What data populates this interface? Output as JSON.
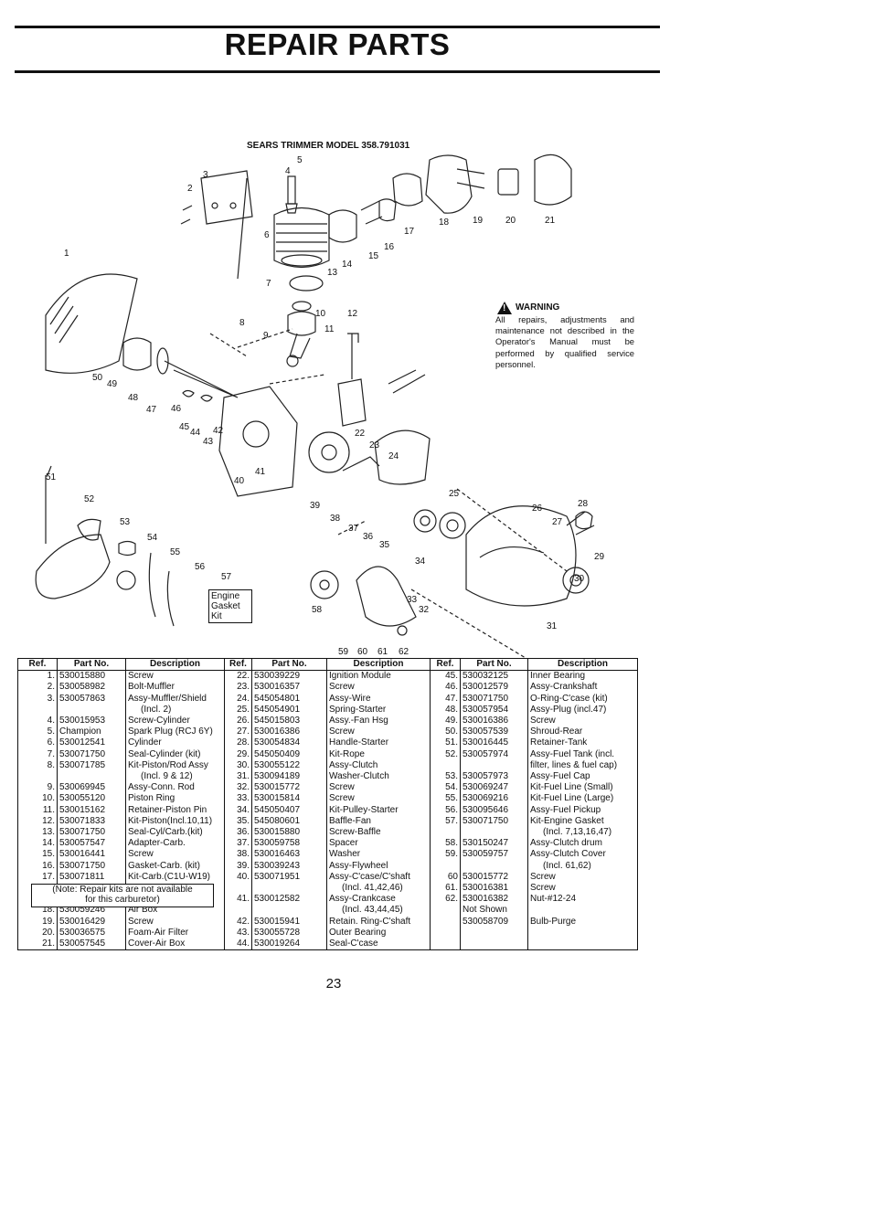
{
  "header": {
    "title": "REPAIR PARTS"
  },
  "diagram": {
    "model": "SEARS TRIMMER MODEL 358.791031",
    "callouts": [
      "1",
      "2",
      "3",
      "4",
      "5",
      "6",
      "7",
      "8",
      "9",
      "10",
      "11",
      "12",
      "13",
      "14",
      "15",
      "16",
      "17",
      "18",
      "19",
      "20",
      "21",
      "22",
      "23",
      "24",
      "25",
      "26",
      "27",
      "28",
      "29",
      "30",
      "31",
      "32",
      "33",
      "34",
      "35",
      "36",
      "37",
      "38",
      "39",
      "40",
      "41",
      "42",
      "43",
      "44",
      "45",
      "46",
      "47",
      "48",
      "49",
      "50",
      "51",
      "52",
      "53",
      "54",
      "55",
      "56",
      "57",
      "58",
      "59",
      "60",
      "61",
      "62"
    ],
    "kit_label": "Engine Gasket Kit"
  },
  "warning": {
    "heading": "WARNING",
    "text": "All repairs, adjustments and maintenance not described in the Operator's Manual must be performed by qualified service personnel."
  },
  "table": {
    "headers": [
      "Ref.",
      "Part No.",
      "Description",
      "Ref.",
      "Part No.",
      "Description",
      "Ref.",
      "Part No.",
      "Description"
    ],
    "rows": [
      [
        "1.",
        "530015880",
        "Screw",
        "22.",
        "530039229",
        "Ignition Module",
        "45.",
        "530032125",
        "Inner Bearing"
      ],
      [
        "2.",
        "530058982",
        "Bolt-Muffler",
        "23.",
        "530016357",
        "Screw",
        "46.",
        "530012579",
        "Assy-Crankshaft"
      ],
      [
        "3.",
        "530057863",
        "Assy-Muffler/Shield",
        "24.",
        "545054801",
        "Assy-Wire",
        "47.",
        "530071750",
        "O-Ring-C'case (kit)"
      ],
      [
        "",
        "",
        "(Incl. 2)",
        "25.",
        "545054901",
        "Spring-Starter",
        "48.",
        "530057954",
        "Assy-Plug (incl.47)"
      ],
      [
        "4.",
        "530015953",
        "Screw-Cylinder",
        "26.",
        "545015803",
        "Assy.-Fan Hsg",
        "49.",
        "530016386",
        "Screw"
      ],
      [
        "5.",
        "Champion",
        "Spark Plug (RCJ 6Y)",
        "27.",
        "530016386",
        "Screw",
        "50.",
        "530057539",
        "Shroud-Rear"
      ],
      [
        "6.",
        "530012541",
        "Cylinder",
        "28.",
        "530054834",
        "Handle-Starter",
        "51.",
        "530016445",
        "Retainer-Tank"
      ],
      [
        "7.",
        "530071750",
        "Seal-Cylinder (kit)",
        "29.",
        "545050409",
        "Kit-Rope",
        "52.",
        "530057974",
        "Assy-Fuel Tank (incl."
      ],
      [
        "8.",
        "530071785",
        "Kit-Piston/Rod Assy",
        "30.",
        "530055122",
        "Assy-Clutch",
        "",
        "",
        "filter, lines & fuel cap)"
      ],
      [
        "",
        "",
        "(Incl. 9 & 12)",
        "31.",
        "530094189",
        "Washer-Clutch",
        "53.",
        "530057973",
        "Assy-Fuel Cap"
      ],
      [
        "9.",
        "530069945",
        "Assy-Conn. Rod",
        "32.",
        "530015772",
        "Screw",
        "54.",
        "530069247",
        "Kit-Fuel Line (Small)"
      ],
      [
        "10.",
        "530055120",
        "Piston Ring",
        "33.",
        "530015814",
        "Screw",
        "55.",
        "530069216",
        "Kit-Fuel Line (Large)"
      ],
      [
        "11.",
        "530015162",
        "Retainer-Piston Pin",
        "34.",
        "545050407",
        "Kit-Pulley-Starter",
        "56.",
        "530095646",
        "Assy-Fuel Pickup"
      ],
      [
        "12.",
        "530071833",
        "Kit-Piston(Incl.10,11)",
        "35.",
        "545080601",
        "Baffle-Fan",
        "57.",
        "530071750",
        "Kit-Engine Gasket"
      ],
      [
        "13.",
        "530071750",
        "Seal-Cyl/Carb.(kit)",
        "36.",
        "530015880",
        "Screw-Baffle",
        "",
        "",
        "(Incl. 7,13,16,47)"
      ],
      [
        "14.",
        "530057547",
        "Adapter-Carb.",
        "37.",
        "530059758",
        "Spacer",
        "58.",
        "530150247",
        "Assy-Clutch drum"
      ],
      [
        "15.",
        "530016441",
        "Screw",
        "38.",
        "530016463",
        "Washer",
        "59.",
        "530059757",
        "Assy-Clutch Cover"
      ],
      [
        "16.",
        "530071750",
        "Gasket-Carb. (kit)",
        "39.",
        "530039243",
        "Assy-Flywheel",
        "",
        "",
        "(Incl. 61,62)"
      ],
      [
        "17.",
        "530071811",
        "Kit-Carb.(C1U-W19)",
        "40.",
        "530071951",
        "Assy-C'case/C'shaft",
        "60",
        "530015772",
        "Screw"
      ],
      [
        "",
        "",
        "",
        "",
        "",
        "(Incl. 41,42,46)",
        "61.",
        "530016381",
        "Screw"
      ],
      [
        "",
        "",
        "",
        "41.",
        "530012582",
        "Assy-Crankcase",
        "62.",
        "530016382",
        "Nut-#12-24"
      ],
      [
        "18.",
        "530059246",
        "Air Box",
        "",
        "",
        "(Incl. 43,44,45)",
        "",
        "Not Shown",
        ""
      ],
      [
        "19.",
        "530016429",
        "Screw",
        "42.",
        "530015941",
        "Retain. Ring-C'shaft",
        "",
        "530058709",
        "Bulb-Purge"
      ],
      [
        "20.",
        "530036575",
        "Foam-Air Filter",
        "43.",
        "530055728",
        "Outer Bearing",
        "",
        "",
        ""
      ],
      [
        "21.",
        "530057545",
        "Cover-Air Box",
        "44.",
        "530019264",
        "Seal-C'case",
        "",
        "",
        ""
      ]
    ],
    "note_line1": "(Note: Repair kits are not available",
    "note_line2": "for this carburetor)"
  },
  "footer": {
    "page_number": "23"
  }
}
